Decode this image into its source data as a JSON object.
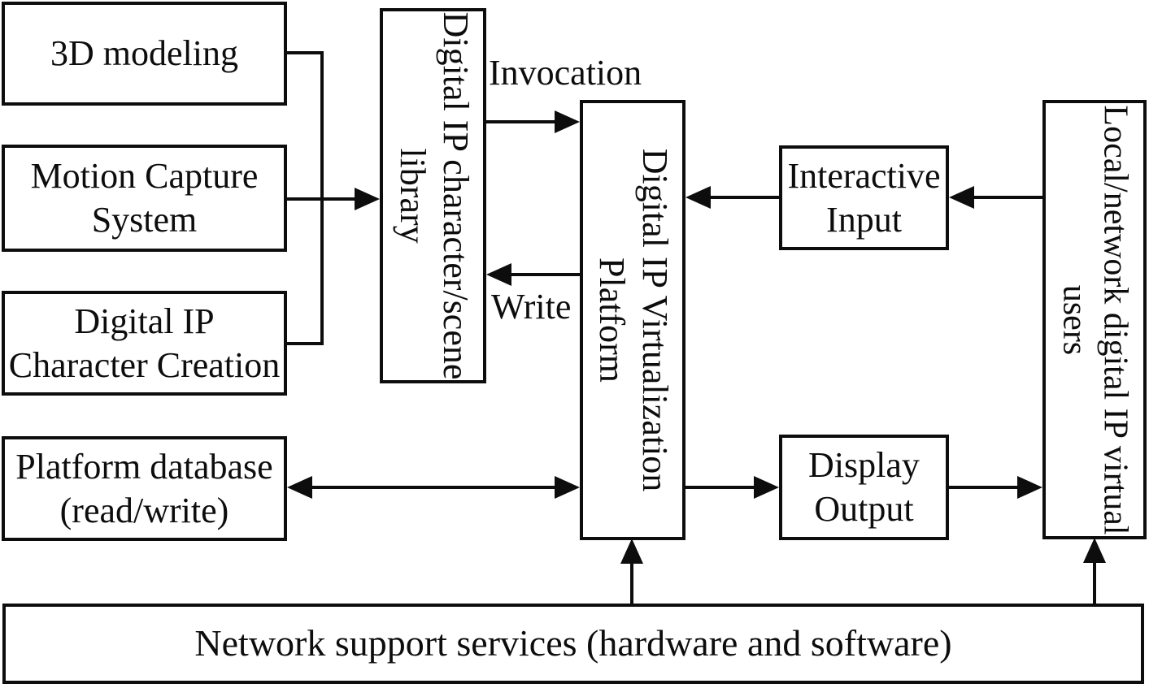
{
  "diagram": {
    "title_hint": "Digital IP virtualization platform architecture",
    "colors": {
      "ink": "#0d0d0d",
      "background": "#ffffff"
    },
    "nodes": {
      "modeling": {
        "label": "3D modeling"
      },
      "motion": {
        "label": "Motion Capture\nSystem"
      },
      "creation": {
        "label": "Digital IP\nCharacter Creation"
      },
      "database": {
        "label": "Platform database\n(read/write)"
      },
      "library": {
        "label": "Digital IP character/scene\nlibrary"
      },
      "platform": {
        "label": "Digital IP Virtualization\nPlatform"
      },
      "interactive": {
        "label": "Interactive\nInput"
      },
      "display": {
        "label": "Display\nOutput"
      },
      "users": {
        "label": "Local/network digital IP virtual\nusers"
      },
      "network": {
        "label": "Network support services (hardware and software)"
      }
    },
    "edge_labels": {
      "invocation": "Invocation",
      "write": "Write"
    }
  }
}
